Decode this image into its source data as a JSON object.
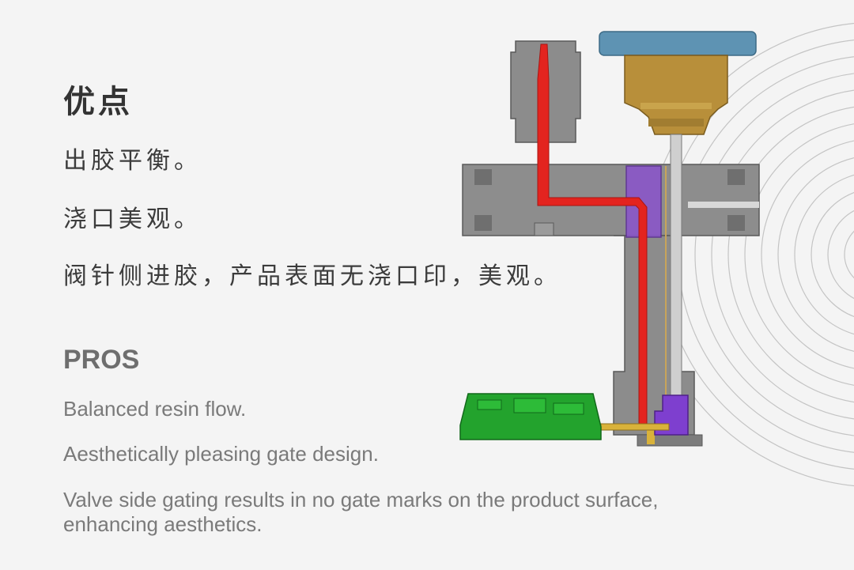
{
  "zh": {
    "title": "优点",
    "lines": [
      "出胶平衡。",
      "浇口美观。",
      "阀针侧进胶，产品表面无浇口印，美观。"
    ]
  },
  "en": {
    "title": "PROS",
    "lines": [
      "Balanced resin flow.",
      "Aesthetically pleasing gate design.",
      "Valve side gating results in no gate marks on the product surface,",
      "enhancing aesthetics."
    ]
  },
  "illustration": {
    "icon": "valve-gate-hot-runner-cross-section",
    "colors": {
      "body": "#8a8a8a",
      "melt_channel": "#e8201c",
      "valve_pin": "#c8c8c8",
      "actuator_cap": "#5a8fb0",
      "actuator_body": "#b8913a",
      "purple_insert": "#7a3fc0",
      "part": "#1fa02a",
      "rings": "#bcbcbc"
    }
  }
}
